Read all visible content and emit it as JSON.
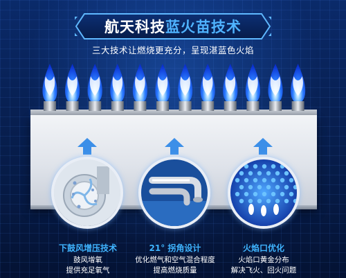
{
  "banner": {
    "title_white": "航天科技",
    "title_blue": "蓝火苗技术"
  },
  "subtitle": "三大技术让燃烧更充分，呈现湛蓝色火焰",
  "features": [
    {
      "title": "下鼓风增压技术",
      "lines": [
        "鼓风增氧",
        "提供充足氧气"
      ]
    },
    {
      "title": "21°  拐角设计",
      "lines": [
        "优化燃气和空气混合程度",
        "提高燃烧质量"
      ]
    },
    {
      "title": "火焰口优化",
      "lines": [
        "火焰口黄金分布",
        "解决飞火、回火问题"
      ]
    }
  ],
  "colors": {
    "accent_blue": "#3fb4ff",
    "background": "#082052",
    "flame": "#1e5bff"
  },
  "icons": [
    "upward-arrow-icon",
    "fan-blower-icon",
    "bent-pipe-icon",
    "blue-flame-grid-icon"
  ]
}
